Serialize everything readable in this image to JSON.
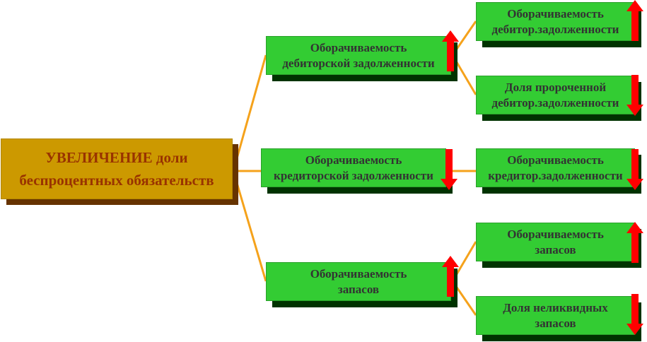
{
  "root": {
    "line1": "УВЕЛИЧЕНИЕ доли",
    "line2": "беспроцентных обязательств"
  },
  "level1": [
    {
      "line1": "Оборачиваемость",
      "line2": "дебиторской задолженности",
      "direction": "up"
    },
    {
      "line1": "Оборачиваемость",
      "line2": "кредиторской задолженности",
      "direction": "down"
    },
    {
      "line1": "Оборачиваемость",
      "line2": "запасов",
      "direction": "up"
    }
  ],
  "level2": [
    {
      "line1": "Оборачиваемость",
      "line2": "дебитор.задолженности",
      "direction": "up"
    },
    {
      "line1": "Доля пророченной",
      "line2": "дебитор.задолженности",
      "direction": "down"
    },
    {
      "line1": "Оборачиваемость",
      "line2": "кредитор.задолженности",
      "direction": "down"
    },
    {
      "line1": "Оборачиваемость",
      "line2": "запасов",
      "direction": "up"
    },
    {
      "line1": "Доля неликвидных",
      "line2": "запасов",
      "direction": "down"
    }
  ],
  "colors": {
    "box": "#33cc33",
    "box_shadow": "#003300",
    "box_text": "#333333",
    "root_box": "#cc9900",
    "root_shadow": "#663300",
    "root_text": "#993300",
    "connector": "#f5a21b",
    "arrow": "#ff0000"
  }
}
